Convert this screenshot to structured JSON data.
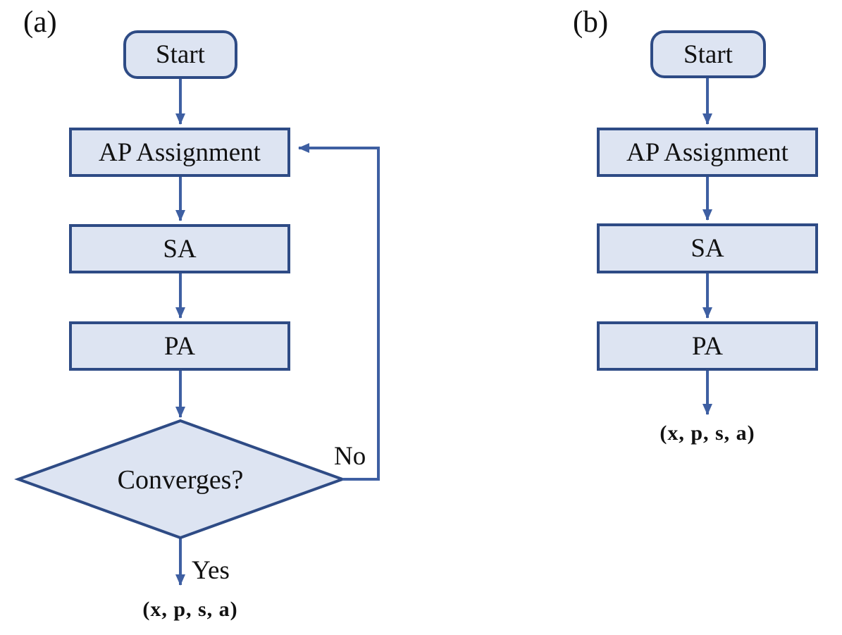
{
  "figure": {
    "panels": [
      {
        "label": "(a)",
        "nodes": {
          "start": "Start",
          "ap": "AP Assignment",
          "sa": "SA",
          "pa": "PA",
          "decision": "Converges?"
        },
        "edge_labels": {
          "no": "No",
          "yes": "Yes"
        },
        "output": "(x, p, s, a)"
      },
      {
        "label": "(b)",
        "nodes": {
          "start": "Start",
          "ap": "AP Assignment",
          "sa": "SA",
          "pa": "PA"
        },
        "output": "(x, p, s, a)"
      }
    ],
    "colors": {
      "node_fill": "#dde4f2",
      "node_border": "#2e4b85",
      "arrow": "#3e5fa2",
      "text": "#111111"
    }
  }
}
